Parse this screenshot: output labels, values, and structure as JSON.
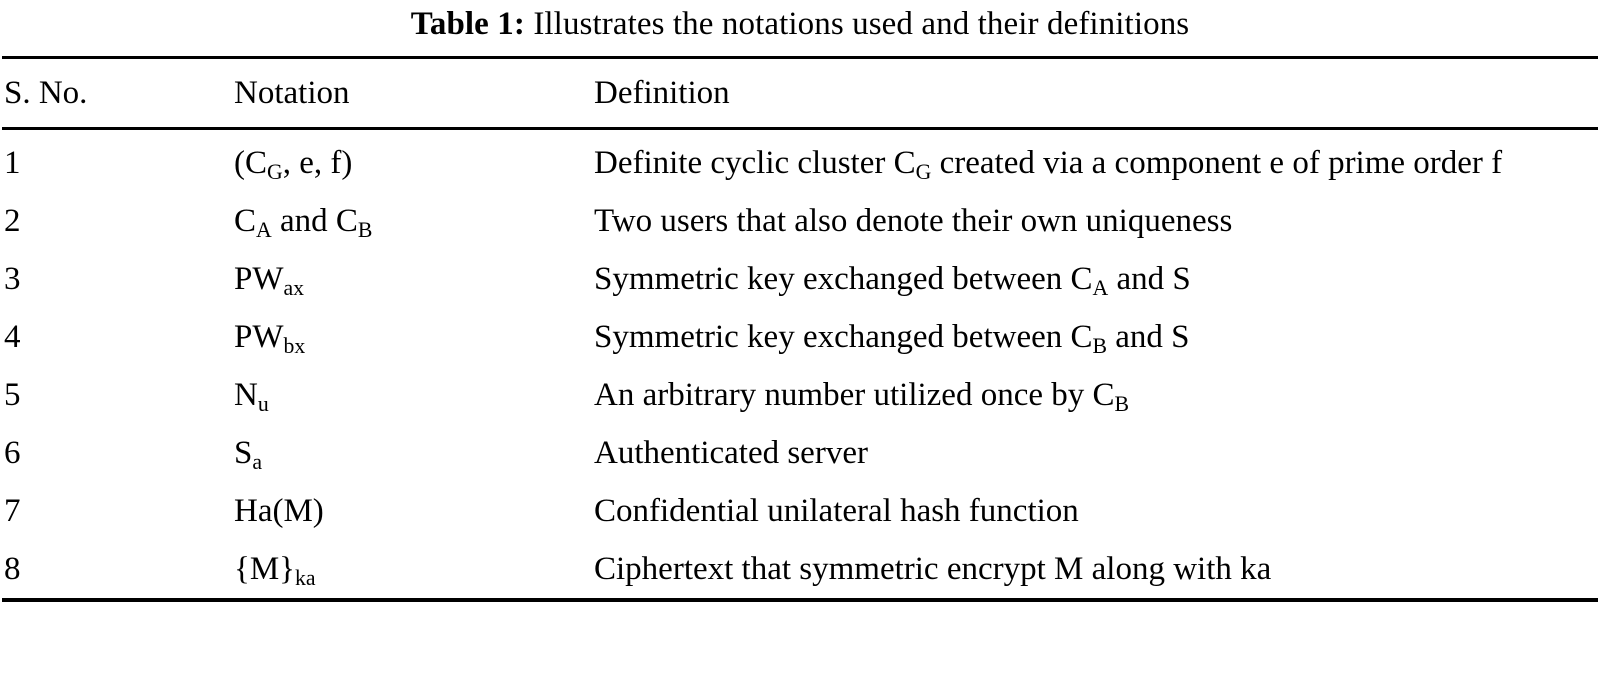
{
  "caption": {
    "label": "Table 1:",
    "text": "Illustrates the notations used and their definitions"
  },
  "table": {
    "headers": {
      "sno": "S. No.",
      "notation": "Notation",
      "definition": "Definition"
    },
    "rows": [
      {
        "sno": "1",
        "notation_parts": [
          {
            "t": "(C",
            "sub": false
          },
          {
            "t": "G",
            "sub": true
          },
          {
            "t": ", e, f)",
            "sub": false
          }
        ],
        "notation_plain": "(C_G, e, f)",
        "definition_parts": [
          {
            "t": "Definite cyclic cluster C",
            "sub": false
          },
          {
            "t": "G",
            "sub": true
          },
          {
            "t": " created via a component e of prime order f",
            "sub": false
          }
        ],
        "definition_plain": "Definite cyclic cluster C_G created via a component e of prime order f"
      },
      {
        "sno": "2",
        "notation_parts": [
          {
            "t": "C",
            "sub": false
          },
          {
            "t": "A",
            "sub": true
          },
          {
            "t": " and C",
            "sub": false
          },
          {
            "t": "B",
            "sub": true
          }
        ],
        "notation_plain": "C_A and C_B",
        "definition_parts": [
          {
            "t": "Two users that also denote their own uniqueness",
            "sub": false
          }
        ],
        "definition_plain": "Two users that also denote their own uniqueness"
      },
      {
        "sno": "3",
        "notation_parts": [
          {
            "t": "PW",
            "sub": false
          },
          {
            "t": "ax",
            "sub": true
          }
        ],
        "notation_plain": "PW_ax",
        "definition_parts": [
          {
            "t": "Symmetric key exchanged between C",
            "sub": false
          },
          {
            "t": "A",
            "sub": true
          },
          {
            "t": " and S",
            "sub": false
          }
        ],
        "definition_plain": "Symmetric key exchanged between C_A and S"
      },
      {
        "sno": "4",
        "notation_parts": [
          {
            "t": "PW",
            "sub": false
          },
          {
            "t": "bx",
            "sub": true
          }
        ],
        "notation_plain": "PW_bx",
        "definition_parts": [
          {
            "t": "Symmetric key exchanged between C",
            "sub": false
          },
          {
            "t": "B",
            "sub": true
          },
          {
            "t": " and S",
            "sub": false
          }
        ],
        "definition_plain": "Symmetric key exchanged between C_B and S"
      },
      {
        "sno": "5",
        "notation_parts": [
          {
            "t": "N",
            "sub": false
          },
          {
            "t": "u",
            "sub": true
          }
        ],
        "notation_plain": "N_u",
        "definition_parts": [
          {
            "t": "An arbitrary number utilized once by C",
            "sub": false
          },
          {
            "t": "B",
            "sub": true
          }
        ],
        "definition_plain": "An arbitrary number utilized once by C_B"
      },
      {
        "sno": "6",
        "notation_parts": [
          {
            "t": "S",
            "sub": false
          },
          {
            "t": "a",
            "sub": true
          }
        ],
        "notation_plain": "S_a",
        "definition_parts": [
          {
            "t": "Authenticated server",
            "sub": false
          }
        ],
        "definition_plain": "Authenticated server"
      },
      {
        "sno": "7",
        "notation_parts": [
          {
            "t": "Ha(M)",
            "sub": false
          }
        ],
        "notation_plain": "Ha(M)",
        "definition_parts": [
          {
            "t": "Confidential unilateral hash function",
            "sub": false
          }
        ],
        "definition_plain": "Confidential unilateral hash function"
      },
      {
        "sno": "8",
        "notation_parts": [
          {
            "t": "{M}",
            "sub": false
          },
          {
            "t": "ka",
            "sub": true
          }
        ],
        "notation_plain": "{M}_ka",
        "definition_parts": [
          {
            "t": "Ciphertext that symmetric encrypt M along with ka",
            "sub": false
          }
        ],
        "definition_plain": "Ciphertext that symmetric encrypt M along with ka"
      }
    ]
  },
  "colors": {
    "text": "#000000",
    "background": "#ffffff",
    "rule": "#000000"
  }
}
